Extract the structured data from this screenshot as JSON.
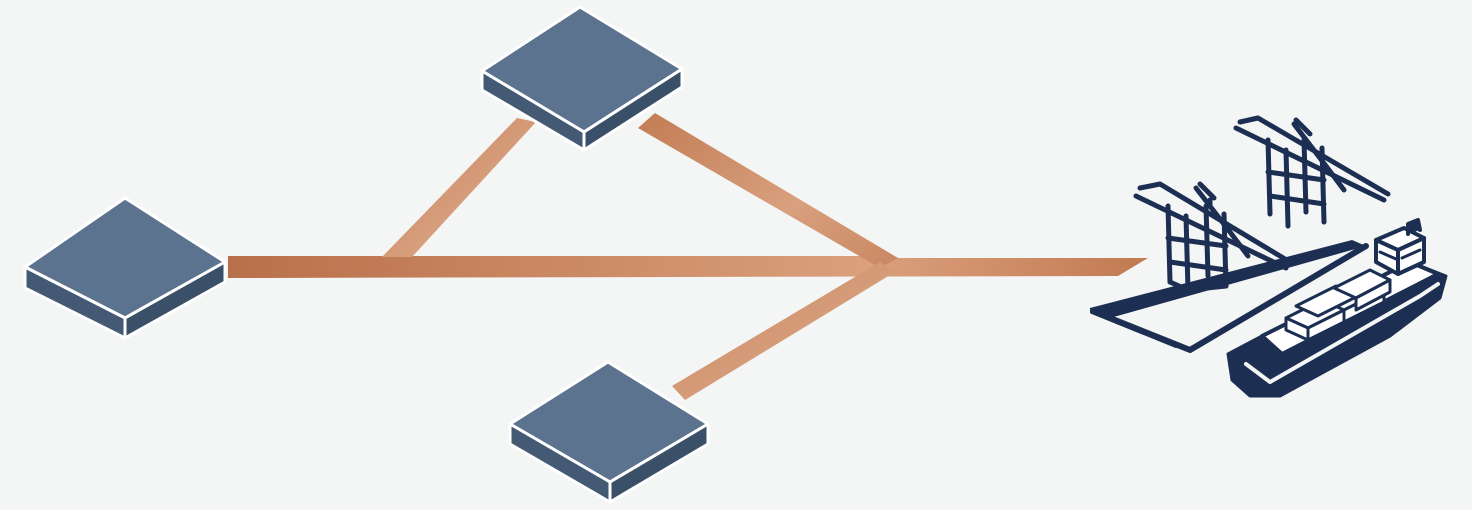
{
  "diagram": {
    "nodes": [
      {
        "id": "node-left",
        "kind": "platform"
      },
      {
        "id": "node-top",
        "kind": "platform"
      },
      {
        "id": "node-bottom",
        "kind": "platform"
      },
      {
        "id": "port",
        "kind": "port-terminal",
        "icons": [
          "crane-icon",
          "crane-icon",
          "container-ship-icon",
          "dock-icon"
        ]
      }
    ],
    "edges": [
      {
        "from": "node-left",
        "to": "port"
      },
      {
        "from": "node-top",
        "to": "port"
      },
      {
        "from": "node-bottom",
        "to": "port"
      }
    ]
  },
  "colors": {
    "background": "#f4f5f5",
    "node_top": "#5c7390",
    "node_side_left": "#445a74",
    "node_side_right": "#3a4f68",
    "node_edge": "#ffffff",
    "connector": "#c9845a",
    "connector_highlight": "#dca27e",
    "port_navy": "#1c2f52"
  }
}
